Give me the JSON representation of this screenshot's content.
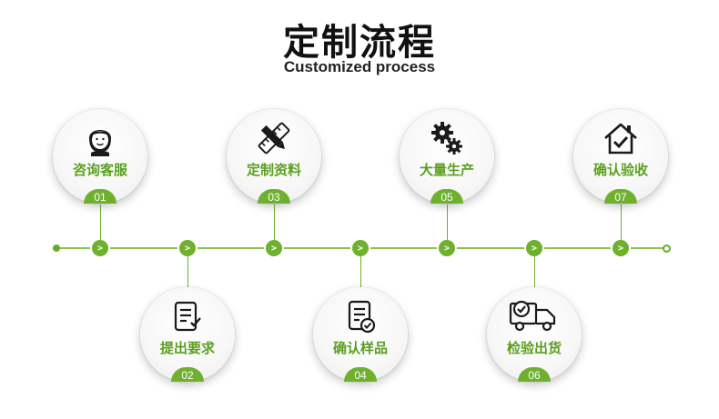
{
  "title": "定制流程",
  "subtitle": "Customized process",
  "colors": {
    "accent": "#6fb02e",
    "label": "#5b9f1f",
    "text": "#111111"
  },
  "arrow_glyph": ">",
  "steps": [
    {
      "number": "01",
      "label": "咨询客服",
      "icon": "customer-service-icon"
    },
    {
      "number": "02",
      "label": "提出要求",
      "icon": "checklist-icon"
    },
    {
      "number": "03",
      "label": "定制资料",
      "icon": "design-tools-icon"
    },
    {
      "number": "04",
      "label": "确认样品",
      "icon": "document-check-icon"
    },
    {
      "number": "05",
      "label": "大量生产",
      "icon": "gears-icon"
    },
    {
      "number": "06",
      "label": "检验出货",
      "icon": "delivery-truck-icon"
    },
    {
      "number": "07",
      "label": "确认验收",
      "icon": "house-check-icon"
    }
  ]
}
